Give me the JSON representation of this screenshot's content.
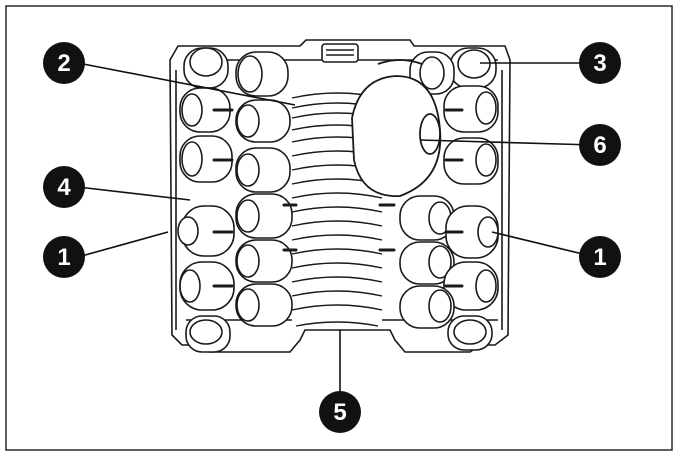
{
  "diagram": {
    "colors": {
      "line": "#1a1a1a",
      "fill": "#ffffff",
      "callout": "#111111",
      "callout_text": "#ffffff"
    },
    "callouts": [
      {
        "id": "c2",
        "label": "2"
      },
      {
        "id": "c3",
        "label": "3"
      },
      {
        "id": "c6",
        "label": "6"
      },
      {
        "id": "c4",
        "label": "4"
      },
      {
        "id": "c1l",
        "label": "1"
      },
      {
        "id": "c1r",
        "label": "1"
      },
      {
        "id": "c5",
        "label": "5"
      }
    ]
  }
}
